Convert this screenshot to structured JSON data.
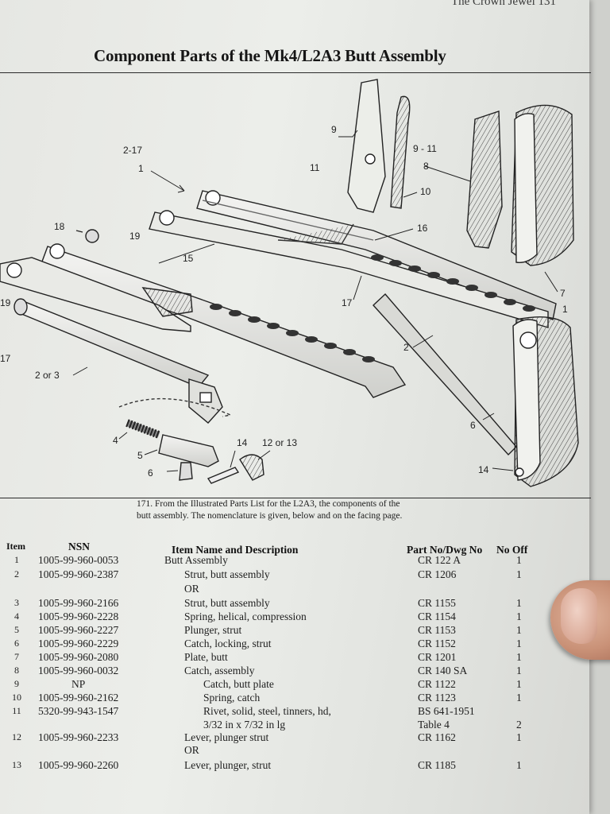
{
  "running_head": "The Crown Jewel 131",
  "title": "Component Parts of the Mk4/L2A3 Butt Assembly",
  "callouts": {
    "c1": "2-17",
    "c2": "1",
    "c3": "9",
    "c4": "11",
    "c5": "9 - 11",
    "c6": "8",
    "c7": "10",
    "c8": "16",
    "c9": "18",
    "c10": "19",
    "c11": "15",
    "c12": "17",
    "c13": "19",
    "c14": "17",
    "c15": "2",
    "c16": "2 or 3",
    "c17": "7",
    "c18": "1",
    "c19": "6",
    "c20": "14",
    "c21": "4",
    "c22": "5",
    "c23": "6",
    "c24": "14",
    "c25": "12 or 13"
  },
  "caption": "171. From the Illustrated Parts List for the L2A3, the components of the butt assembly. The nomenclature is given, below and on the facing page.",
  "table": {
    "headers": {
      "item": "Item",
      "nsn": "NSN",
      "desc": "Item Name and Description",
      "part": "Part No/Dwg No",
      "off": "No Off"
    },
    "rows": [
      {
        "item": "1",
        "nsn": "1005-99-960-0053",
        "desc": "Butt Assembly",
        "part": "CR 122 A",
        "off": "1"
      },
      {
        "item": "2",
        "nsn": "1005-99-960-2387",
        "desc": "Strut, butt assembly",
        "part": "CR 1206",
        "off": "1"
      },
      {
        "item": "",
        "nsn": "",
        "desc": "OR",
        "part": "",
        "off": ""
      },
      {
        "item": "3",
        "nsn": "1005-99-960-2166",
        "desc": "Strut, butt assembly",
        "part": "CR 1155",
        "off": "1"
      },
      {
        "item": "4",
        "nsn": "1005-99-960-2228",
        "desc": "Spring, helical, compression",
        "part": "CR 1154",
        "off": "1"
      },
      {
        "item": "5",
        "nsn": "1005-99-960-2227",
        "desc": "Plunger, strut",
        "part": "CR 1153",
        "off": "1"
      },
      {
        "item": "6",
        "nsn": "1005-99-960-2229",
        "desc": "Catch, locking, strut",
        "part": "CR 1152",
        "off": "1"
      },
      {
        "item": "7",
        "nsn": "1005-99-960-2080",
        "desc": "Plate, butt",
        "part": "CR 1201",
        "off": "1"
      },
      {
        "item": "8",
        "nsn": "1005-99-960-0032",
        "desc": "Catch, assembly",
        "part": "CR 140 SA",
        "off": "1"
      },
      {
        "item": "9",
        "nsn": "NP",
        "desc": "Catch, butt plate",
        "part": "CR 1122",
        "off": "1"
      },
      {
        "item": "10",
        "nsn": "1005-99-960-2162",
        "desc": "Spring, catch",
        "part": "CR 1123",
        "off": "1"
      },
      {
        "item": "11",
        "nsn": "5320-99-943-1547",
        "desc": "Rivet, solid, steel, tinners, hd,",
        "part": "BS 641-1951",
        "off": ""
      },
      {
        "item": "",
        "nsn": "",
        "desc": "3/32 in x 7/32 in lg",
        "part": "Table 4",
        "off": "2"
      },
      {
        "item": "12",
        "nsn": "1005-99-960-2233",
        "desc": "Lever, plunger strut",
        "part": "CR 1162",
        "off": "1"
      },
      {
        "item": "",
        "nsn": "",
        "desc": "OR",
        "part": "",
        "off": ""
      },
      {
        "item": "13",
        "nsn": "1005-99-960-2260",
        "desc": "Lever, plunger, strut",
        "part": "CR 1185",
        "off": "1"
      }
    ]
  }
}
